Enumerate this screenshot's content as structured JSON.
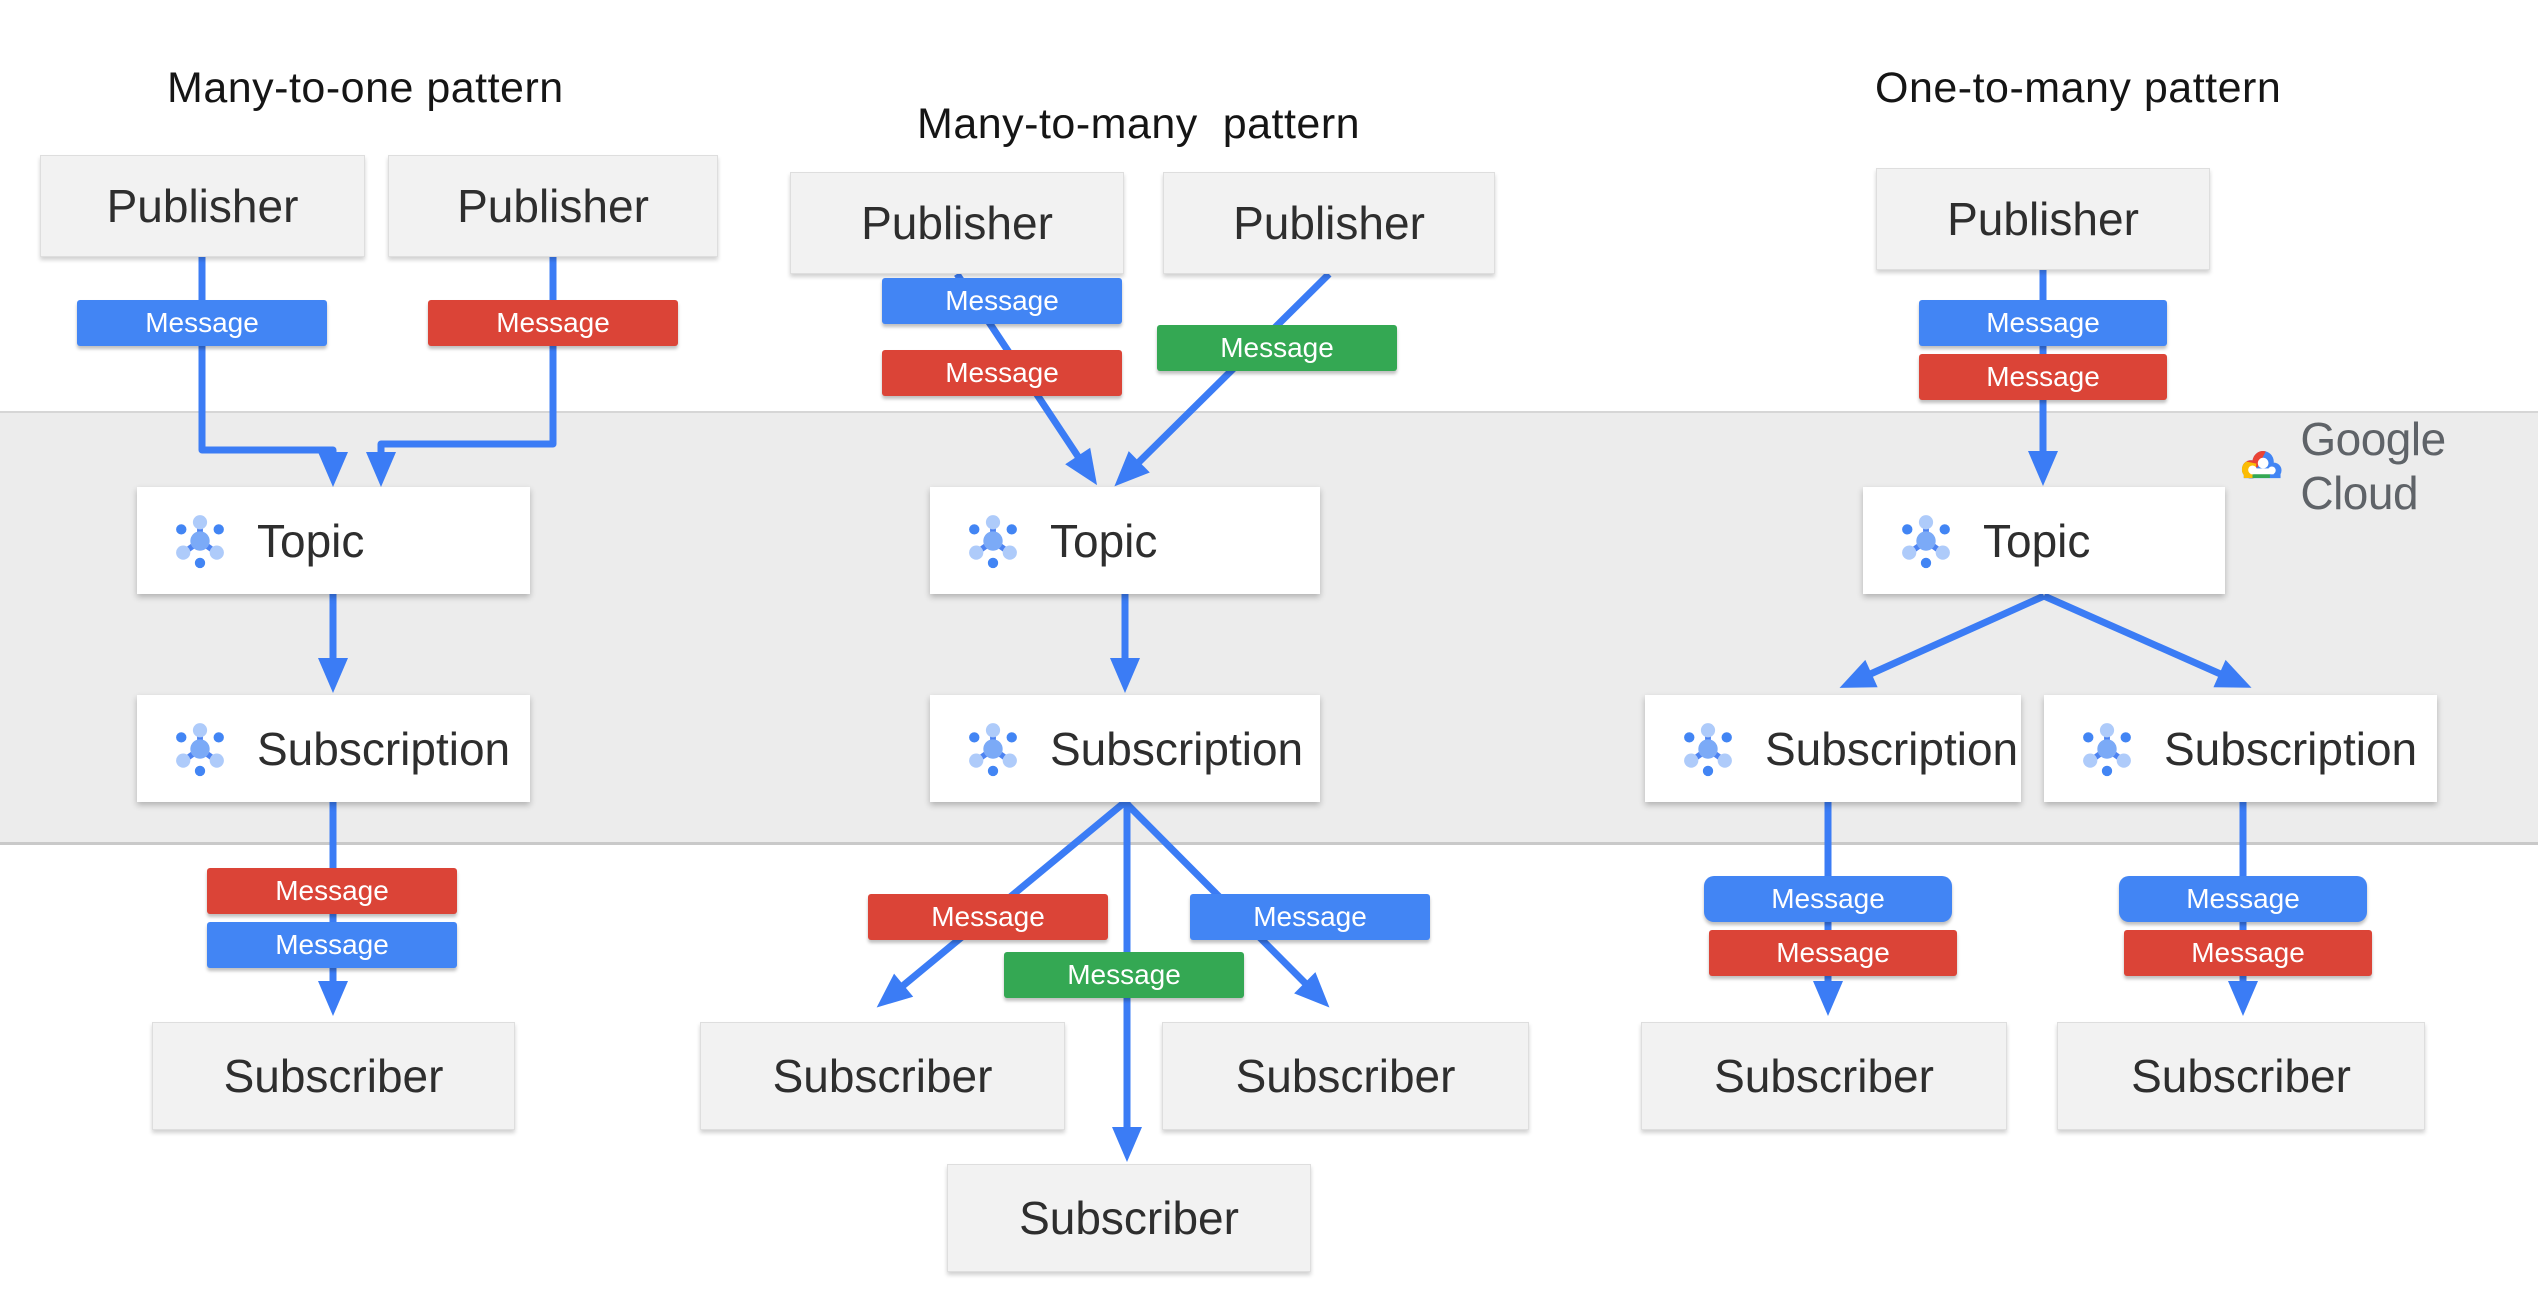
{
  "colors": {
    "blue": "#4285f4",
    "red": "#db4437",
    "green": "#34a853",
    "wire": "#3b7cf5",
    "band-bg": "#ececec",
    "band-border": "#d6d6d6",
    "box-gray-bg": "#f2f2f2",
    "box-white-bg": "#ffffff",
    "text-dark": "#2e2e2e",
    "logo-gray": "#5f6368",
    "icon-light": "#aecbfa",
    "icon-mid": "#7baaf7",
    "icon-dark": "#4285f4"
  },
  "logo": {
    "text": "Google Cloud",
    "icon": "google-cloud-logo"
  },
  "icons": {
    "topic": "pubsub-hub-icon",
    "subscription": "pubsub-hub-icon"
  },
  "patterns": [
    {
      "id": "many-to-one",
      "title": "Many-to-one pattern",
      "publishers": [
        "Publisher",
        "Publisher"
      ],
      "topic": "Topic",
      "subscriptions": [
        "Subscription"
      ],
      "subscribers": [
        "Subscriber"
      ],
      "messages": {
        "from_publishers": [
          {
            "label": "Message",
            "color": "blue"
          },
          {
            "label": "Message",
            "color": "red"
          }
        ],
        "to_subscribers": [
          {
            "label": "Message",
            "color": "red"
          },
          {
            "label": "Message",
            "color": "blue"
          }
        ]
      }
    },
    {
      "id": "many-to-many",
      "title": "Many-to-many  pattern",
      "publishers": [
        "Publisher",
        "Publisher"
      ],
      "topic": "Topic",
      "subscriptions": [
        "Subscription"
      ],
      "subscribers": [
        "Subscriber",
        "Subscriber",
        "Subscriber"
      ],
      "messages": {
        "from_publishers": [
          {
            "label": "Message",
            "color": "blue"
          },
          {
            "label": "Message",
            "color": "red"
          },
          {
            "label": "Message",
            "color": "green"
          }
        ],
        "to_subscribers": [
          {
            "label": "Message",
            "color": "red"
          },
          {
            "label": "Message",
            "color": "blue"
          },
          {
            "label": "Message",
            "color": "green"
          }
        ]
      }
    },
    {
      "id": "one-to-many",
      "title": "One-to-many pattern",
      "publishers": [
        "Publisher"
      ],
      "topic": "Topic",
      "subscriptions": [
        "Subscription",
        "Subscription"
      ],
      "subscribers": [
        "Subscriber",
        "Subscriber"
      ],
      "messages": {
        "from_publishers": [
          {
            "label": "Message",
            "color": "blue"
          },
          {
            "label": "Message",
            "color": "red"
          }
        ],
        "to_subscribers": [
          {
            "label": "Message",
            "color": "blue"
          },
          {
            "label": "Message",
            "color": "red"
          },
          {
            "label": "Message",
            "color": "blue"
          },
          {
            "label": "Message",
            "color": "red"
          }
        ]
      }
    }
  ]
}
